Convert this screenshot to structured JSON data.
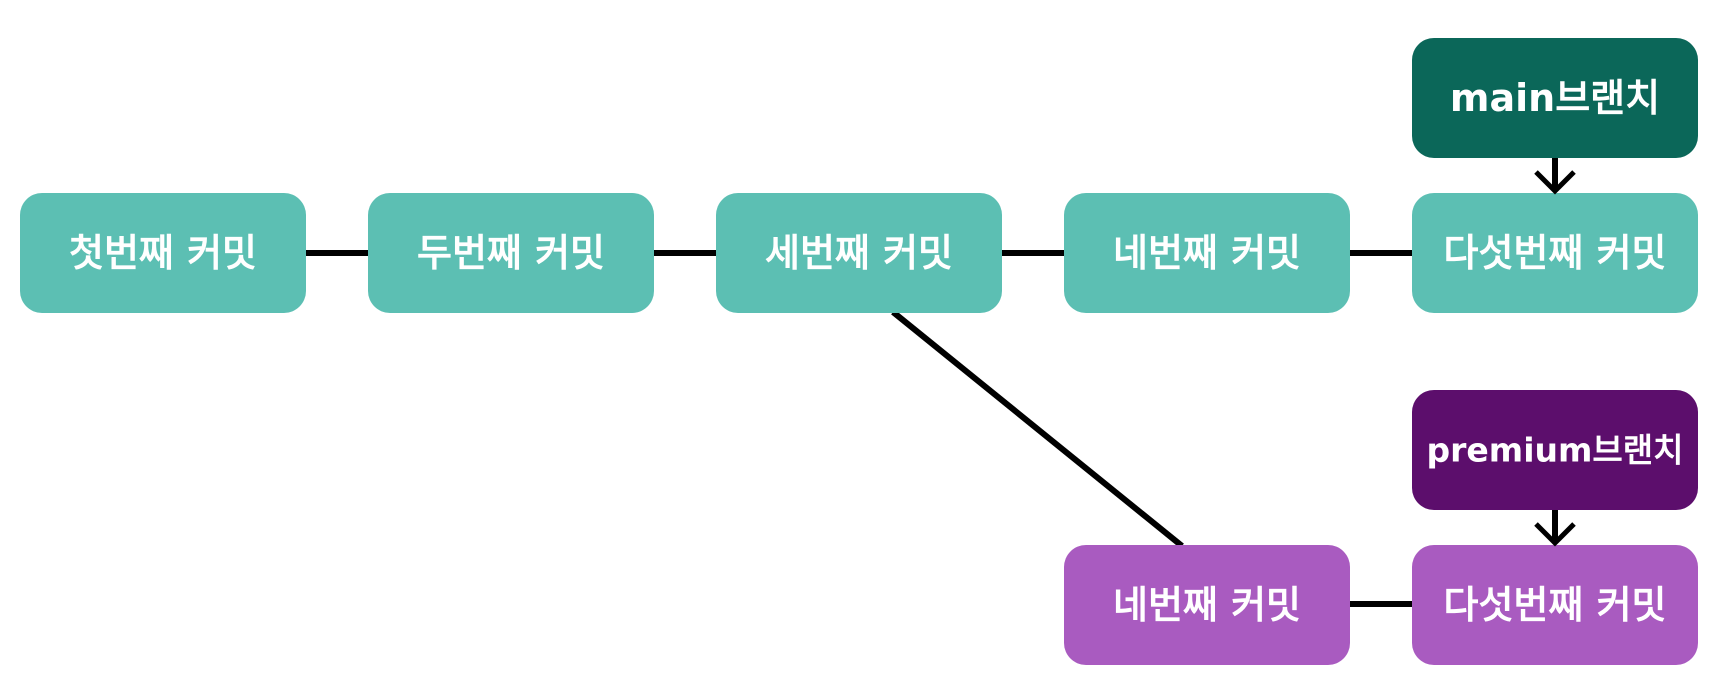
{
  "colors": {
    "main_commit": "#5CBFB3",
    "main_branch": "#0B6759",
    "premium_commit": "#A95BC0",
    "premium_branch": "#5C0E6C",
    "text": "#FFFFFF",
    "line": "#000000"
  },
  "main_line": {
    "commits": [
      {
        "label": "첫번째 커밋"
      },
      {
        "label": "두번째 커밋"
      },
      {
        "label": "세번째 커밋"
      },
      {
        "label": "네번째 커밋"
      },
      {
        "label": "다섯번째 커밋"
      }
    ],
    "branch_label": "main브랜치"
  },
  "premium_line": {
    "commits": [
      {
        "label": "네번째 커밋"
      },
      {
        "label": "다섯번째 커밋"
      }
    ],
    "branch_label": "premium브랜치"
  }
}
